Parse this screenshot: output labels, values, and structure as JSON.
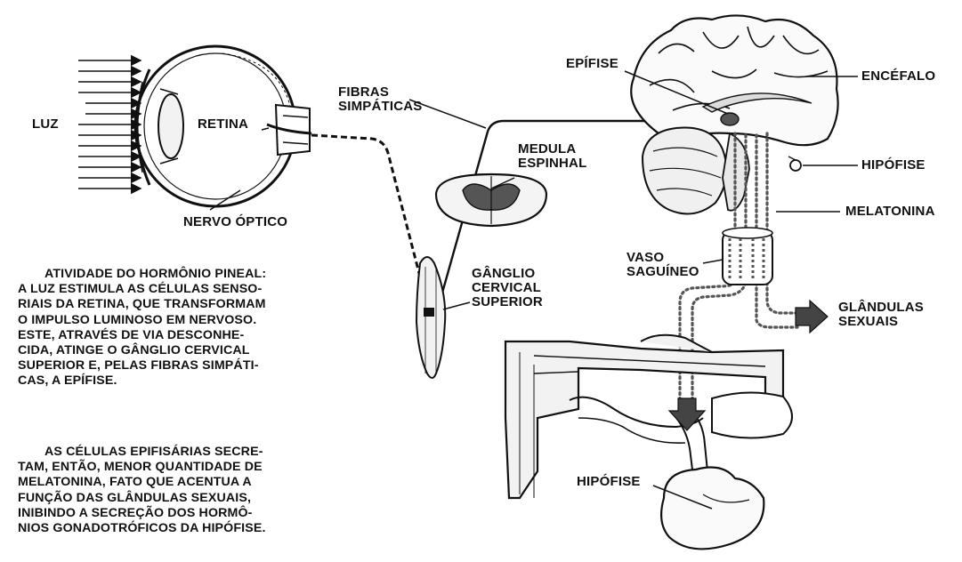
{
  "labels": {
    "luz": "LUZ",
    "retina": "RETINA",
    "nervo_optico": "NERVO ÓPTICO",
    "fibras_simpaticas": [
      "FIBRAS",
      "SIMPÁTICAS"
    ],
    "medula_espinhal": [
      "MEDULA",
      "ESPINHAL"
    ],
    "ganglio": [
      "GÂNGLIO",
      "CERVICAL",
      "SUPERIOR"
    ],
    "epifise": "EPÍFISE",
    "encefalo": "ENCÉFALO",
    "hipofise_top": "HIPÓFISE",
    "melatonina": "MELATONINA",
    "vaso_sanguineo": [
      "VASO",
      "SAGUÍNEO"
    ],
    "glandulas_sexuais": [
      "GLÂNDULAS",
      "SEXUAIS"
    ],
    "hipofise_bottom": "HIPÓFISE"
  },
  "paragraph1": [
    "ATIVIDADE DO HORMÔNIO PINEAL:",
    "A LUZ ESTIMULA AS CÉLULAS SENSO-",
    "RIAIS DA RETINA, QUE TRANSFORMAM",
    "O IMPULSO LUMINOSO EM NERVOSO.",
    "ESTE, ATRAVÉS DE VIA DESCONHE-",
    "CIDA, ATINGE O GÂNGLIO CERVICAL",
    "SUPERIOR E, PELAS FIBRAS SIMPÁTI-",
    "CAS, A EPÍFISE."
  ],
  "paragraph2": [
    "AS CÉLULAS EPIFISÁRIAS SECRE-",
    "TAM, ENTÃO, MENOR QUANTIDADE DE",
    "MELATONINA, FATO QUE ACENTUA A",
    "FUNÇÃO DAS GLÂNDULAS SEXUAIS,",
    "INIBINDO A SECREÇÃO DOS HORMÔ-",
    "NIOS GONADOTRÓFICOS DA HIPÓFISE."
  ]
}
